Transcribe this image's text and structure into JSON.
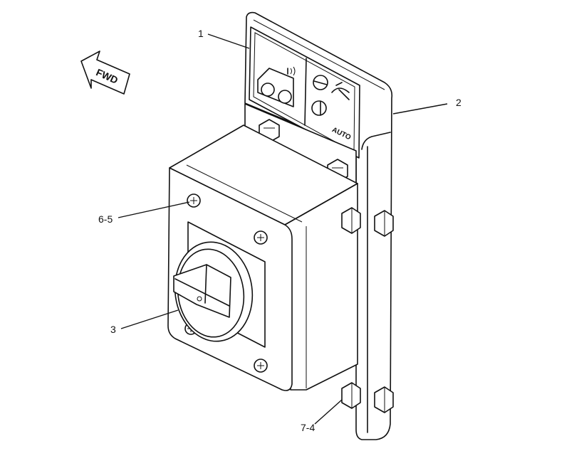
{
  "callouts": {
    "c1": "1",
    "c2": "2",
    "c3": "3",
    "c65": "6-5",
    "c74": "7-4"
  },
  "fwd_label": "FWD",
  "decal_text": "AUTO"
}
